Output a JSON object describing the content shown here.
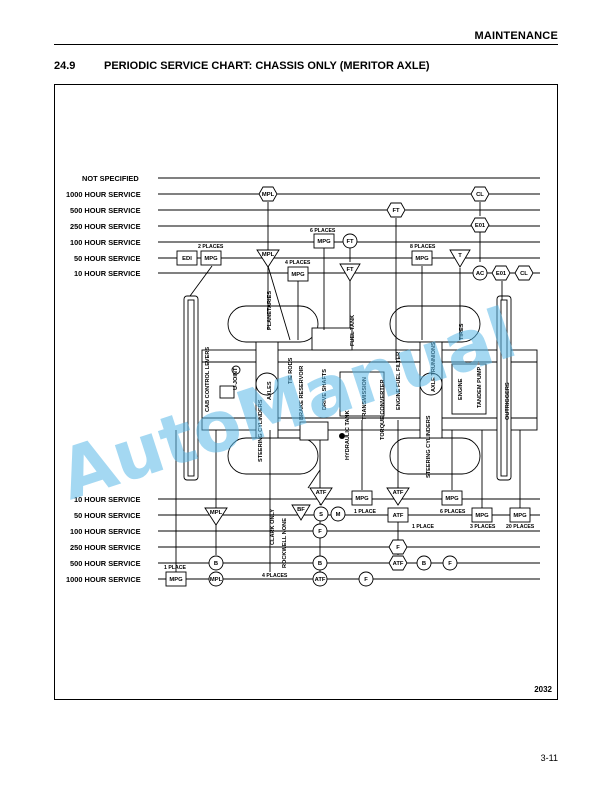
{
  "header": {
    "section": "MAINTENANCE"
  },
  "section": {
    "number": "24.9",
    "title": "PERIODIC SERVICE CHART:   CHASSIS ONLY (MERITOR AXLE)"
  },
  "figure_number": "2032",
  "page_number": "3-11",
  "watermark": "AutoManual",
  "top_intervals": [
    "NOT SPECIFIED",
    "1000 HOUR SERVICE",
    "500 HOUR SERVICE",
    "250 HOUR SERVICE",
    "100 HOUR SERVICE",
    "50 HOUR SERVICE",
    "10 HOUR SERVICE"
  ],
  "bottom_intervals": [
    "10 HOUR SERVICE",
    "50 HOUR SERVICE",
    "100 HOUR SERVICE",
    "250 HOUR SERVICE",
    "500 HOUR SERVICE",
    "1000 HOUR SERVICE"
  ],
  "components": {
    "cab_control_levers": "CAB CONTROL LEVERS",
    "u_joint": "U-JOINT",
    "steering_cylinders_left": "STEERING CYLINDERS",
    "axles": "AXLES",
    "planetaries": "PLANETARIES",
    "tie_rods": "TIE RODS",
    "brake_reservoir": "BRAKE RESERVOIR",
    "drive_shafts": "DRIVE SHAFTS",
    "fuel_tank": "FUEL TANK",
    "hydraulic_tank": "HYDRAULIC TANK",
    "transmission": "TRANSMISSION",
    "torque_converter": "TORQUE CONVERTER",
    "engine_fuel_filter": "ENGINE FUEL FILTER",
    "axle_trunnions": "AXLE TRUNNIONS",
    "tires": "TIRES",
    "engine": "ENGINE",
    "tandem_pump": "TANDEM PUMP",
    "steering_cylinders_right": "STEERING CYLINDERS",
    "outriggers": "OUTRIGGERS",
    "clark_only": "CLARK ONLY",
    "rockwell_none": "ROCKWELL NONE"
  },
  "place_notes": {
    "two": "2 PLACES",
    "four_top": "4 PLACES",
    "six": "6 PLACES",
    "eight_top": "8 PLACES",
    "one_mpg": "1 PLACE",
    "one_atf": "1 PLACE",
    "six_bottom": "6 PLACES",
    "three": "3 PLACES",
    "twenty": "20 PLACES",
    "one_left": "1 PLACE",
    "four_bottom": "4 PLACES"
  },
  "symbols": {
    "mpl": "MPL",
    "mpg": "MPG",
    "edi": "EDI",
    "ft": "FT",
    "cl": "CL",
    "e01": "E01",
    "t": "T",
    "ac": "AC",
    "atf": "ATF",
    "bf": "BF",
    "s": "S",
    "m": "M",
    "f": "F",
    "b": "B"
  }
}
